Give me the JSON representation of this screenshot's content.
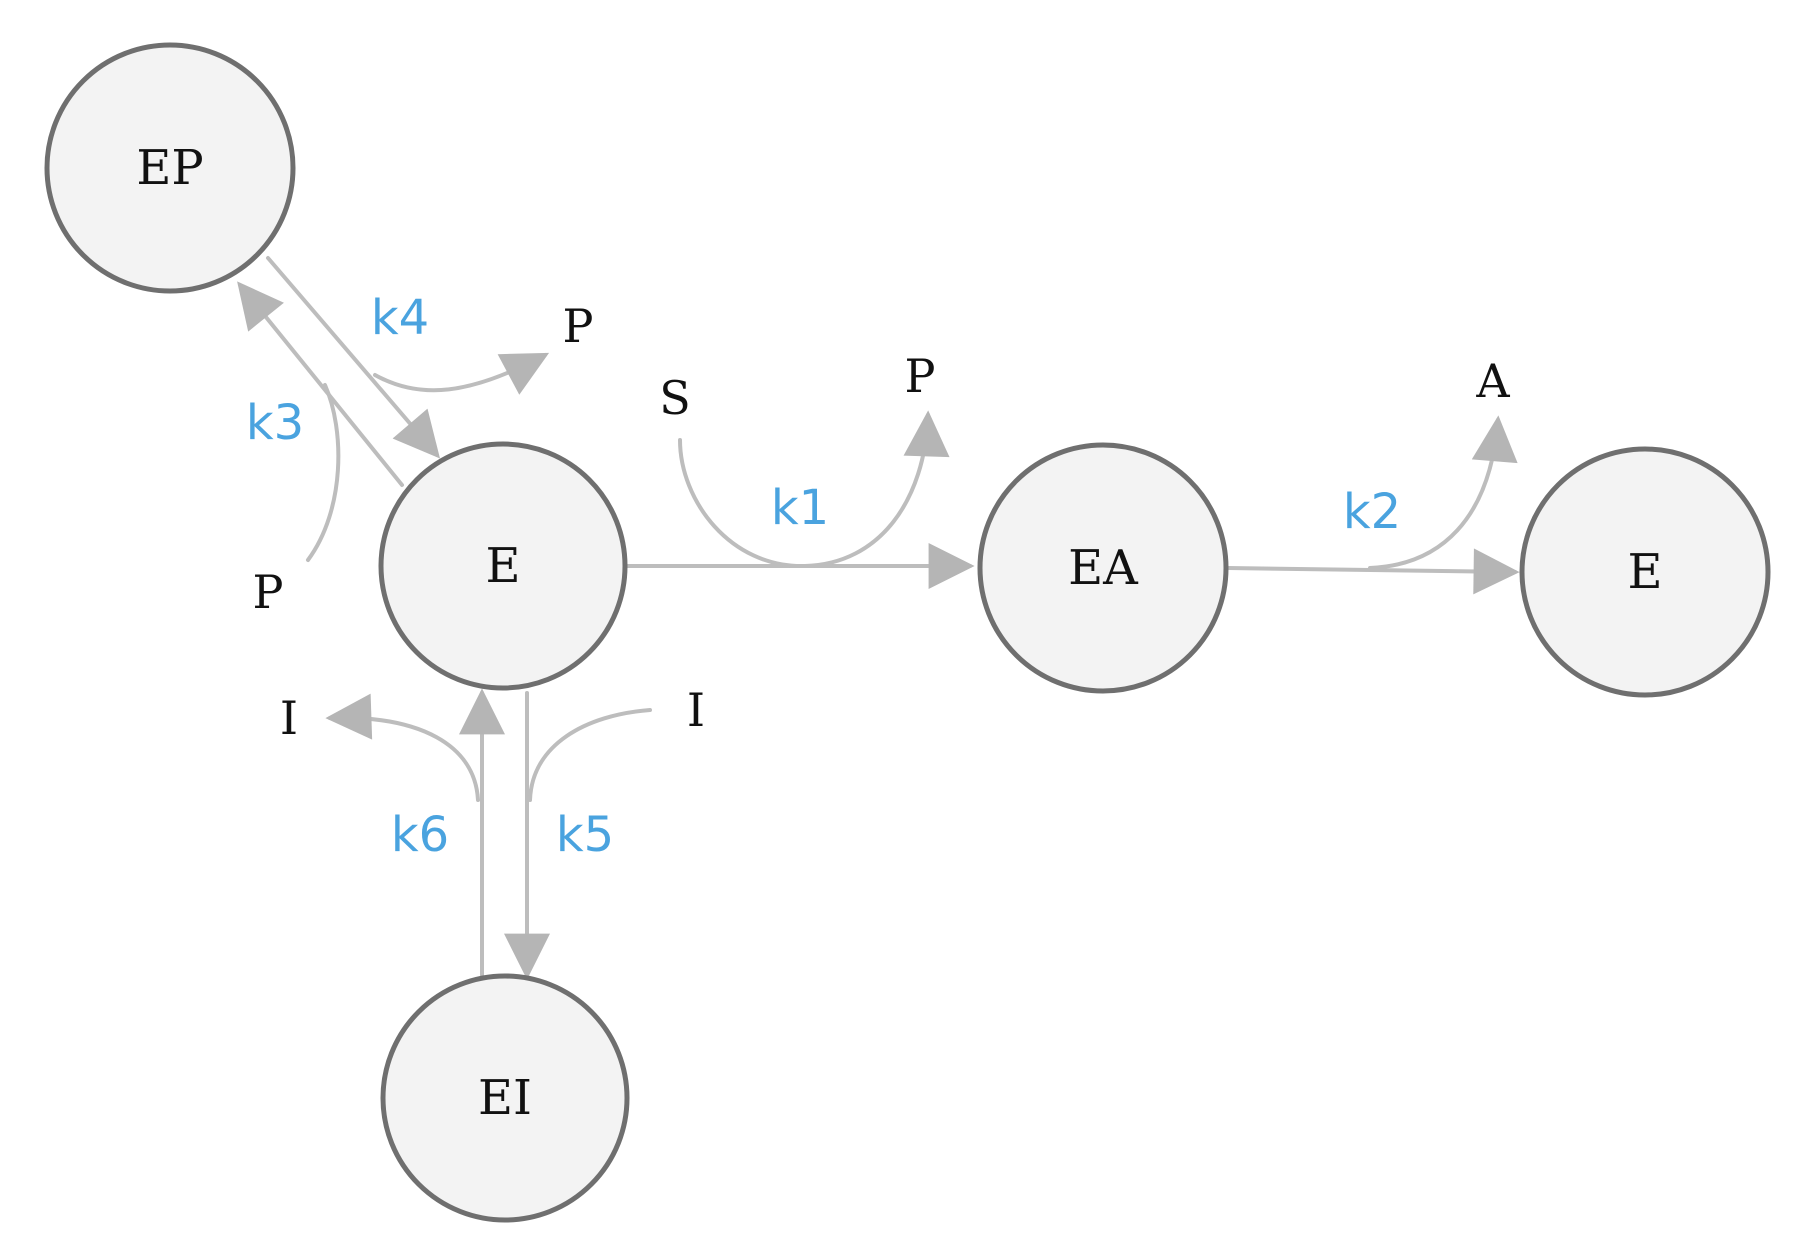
{
  "colors": {
    "edge": "#bdbdbd",
    "arrowhead": "#b5b5b5",
    "rate_label": "#4aa3df",
    "node_fill": "#f3f3f3",
    "node_stroke": "#6f6f6f"
  },
  "nodes": {
    "ep": "EP",
    "e_center": "E",
    "ea": "EA",
    "e_right": "E",
    "ei": "EI"
  },
  "species": {
    "p_k4": "P",
    "p_k3": "P",
    "s_k1": "S",
    "p_k1": "P",
    "a_k2": "A",
    "i_k6": "I",
    "i_k5": "I"
  },
  "rates": {
    "k1": "k1",
    "k2": "k2",
    "k3": "k3",
    "k4": "k4",
    "k5": "k5",
    "k6": "k6"
  }
}
